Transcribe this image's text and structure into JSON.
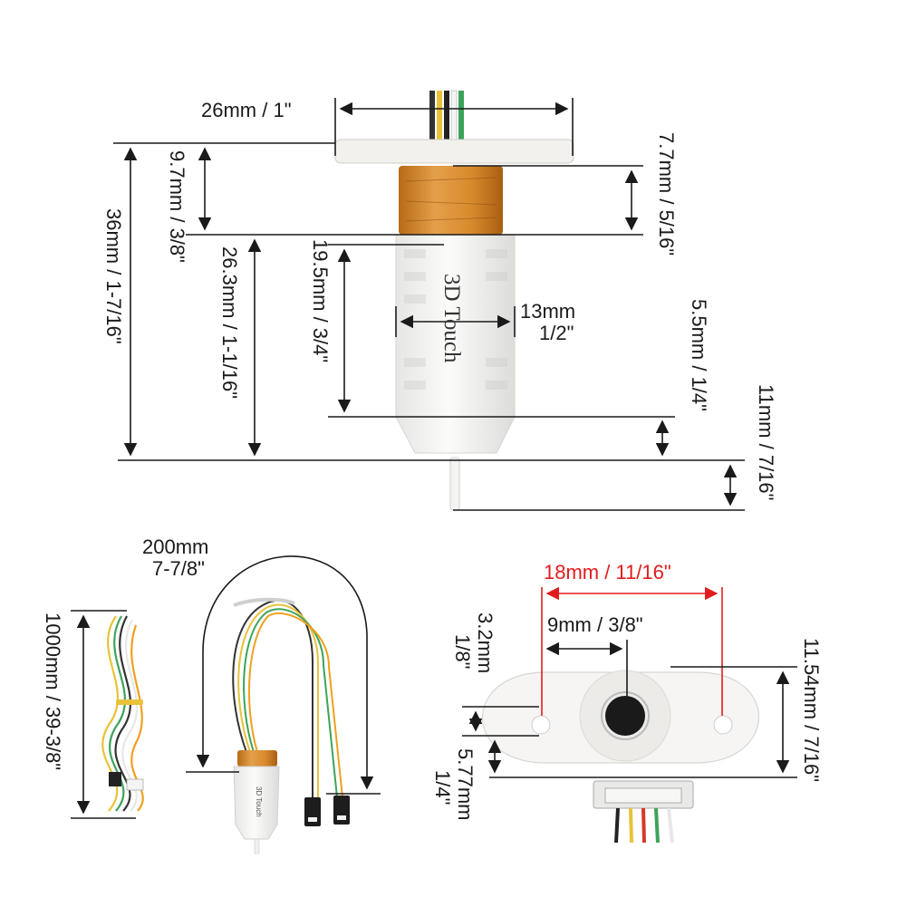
{
  "probe": {
    "body_text": "3D Touch",
    "dims": {
      "flange_width": "26mm / 1\"",
      "coil_height": "7.7mm / 5/16\"",
      "flange_to_body": "9.7mm / 3/8\"",
      "total_height": "36mm / 1-7/16\"",
      "body_height": "26.3mm / 1-1/16\"",
      "body_upper": "19.5mm / 3/4\"",
      "body_width_mm": "13mm",
      "body_width_in": "1/2\"",
      "tip_taper": "5.5mm / 1/4\"",
      "pin_length": "11mm / 7/16\""
    }
  },
  "cables": {
    "long_cable": "1000mm / 39-3/8\"",
    "short_cable_mm": "200mm",
    "short_cable_in": "7-7/8\"",
    "mini_probe_text": "3D Touch"
  },
  "mount": {
    "hole_spacing": "18mm / 11/16\"",
    "hole_offset": "9mm / 3/8\"",
    "flange_thickness_mm": "3.2mm",
    "flange_thickness_in": "1/8\"",
    "offset_mm": "5.77mm",
    "offset_in": "1/4\"",
    "mount_height": "11.54mm / 7/16\""
  },
  "colors": {
    "line": "#1a1a1a",
    "accent_red": "#e21c1c",
    "coil_amber": "#d98a2a",
    "plastic": "#f2f2f0"
  }
}
